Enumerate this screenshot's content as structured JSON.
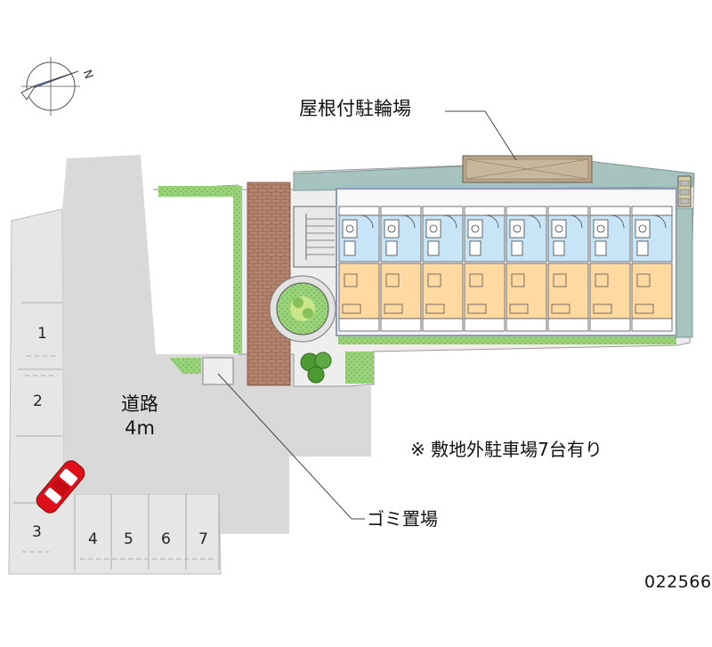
{
  "labels": {
    "roof_bike_parking": "屋根付駐輪場",
    "road_name": "道路",
    "road_width": "4m",
    "parking_note": "※ 敷地外駐車場7台有り",
    "garbage_area": "ゴミ置場",
    "map_code": "022566"
  },
  "parking_spaces": [
    "1",
    "2",
    "3",
    "4",
    "5",
    "6",
    "7"
  ],
  "compass": {
    "north_label": "N"
  },
  "colors": {
    "road": "#d9d9d9",
    "parking_lot": "#e6e6e6",
    "building_wall": "#9aaac8",
    "unit_room": "#ffd9a0",
    "bathroom": "#c7e5f7",
    "roof_teal": "#95b5b0",
    "grass": "#8dc76b",
    "brick_path": "#b7866e",
    "car_red": "#e0101a"
  }
}
